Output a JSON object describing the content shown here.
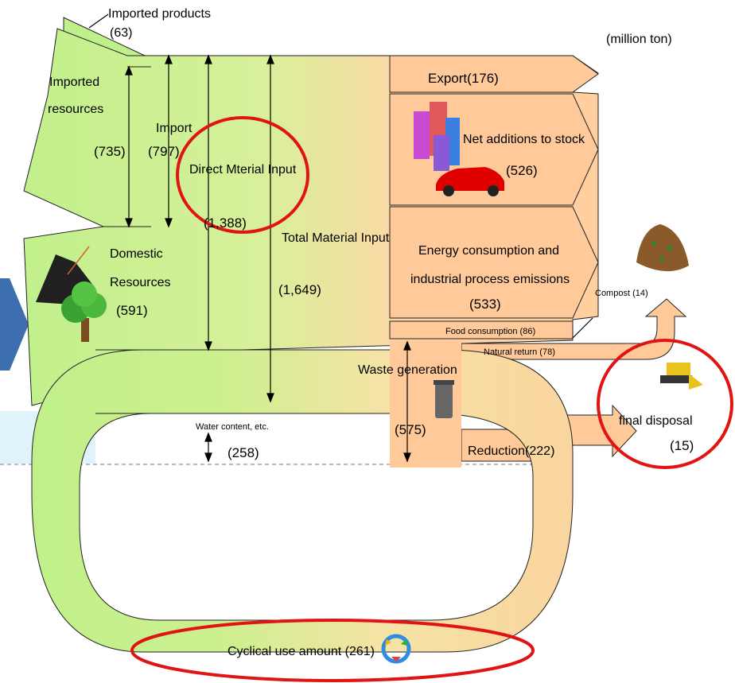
{
  "unit_note": "(million ton)",
  "colors": {
    "green": "#bff08a",
    "orange": "#ffc99a",
    "water": "#dff4fa",
    "highlight": "#e11414",
    "arrow_blue": "#3d6fb0"
  },
  "labels": {
    "imported_products": "Imported products",
    "imported_products_value": "(63)",
    "imported_resources_line1": "Imported",
    "imported_resources_line2": "resources",
    "imported_resources_value": "(735)",
    "import": "Import",
    "import_value": "(797)",
    "direct_material_input": "Direct Mterial Input",
    "direct_material_input_value": "(1,388)",
    "total_material_input": "Total Material Input",
    "total_material_input_value": "(1,649)",
    "domestic_resources_line1": "Domestic",
    "domestic_resources_line2": "Resources",
    "domestic_resources_value": "(591)",
    "export": "Export(176)",
    "net_additions": "Net additions to stock",
    "net_additions_value": "(526)",
    "energy_line1": "Energy consumption and",
    "energy_line2": "industrial process emissions",
    "energy_value": "(533)",
    "food_consumption": "Food consumption (86)",
    "natural_return": "Natural return (78)",
    "compost": "Compost (14)",
    "waste_generation": "Waste generation",
    "waste_value": "(575)",
    "reduction": "Reduction(222)",
    "final_disposal": "final disposal",
    "final_disposal_value": "(15)",
    "water_content": "Water content, etc.",
    "water_content_value": "(258)",
    "cyclical_use": "Cyclical use amount (261)"
  }
}
